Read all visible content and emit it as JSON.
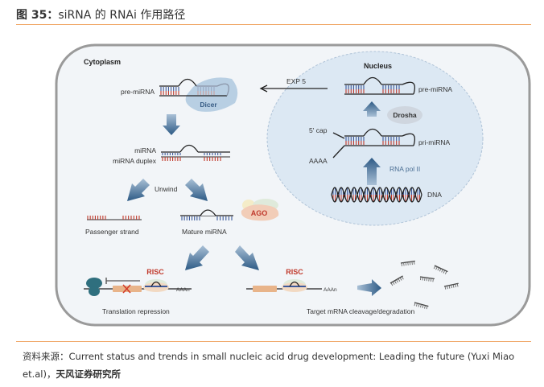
{
  "figure": {
    "title_prefix": "图 35：",
    "title_text": "siRNA 的 RNAi 作用路径"
  },
  "diagram": {
    "compartments": {
      "cytoplasm": "Cytoplasm",
      "nucleus": "Nucleus"
    },
    "nucleus_labels": {
      "pre_mirna": "pre-miRNA",
      "drosha": "Drosha",
      "five_cap": "5' cap",
      "aaaa": "AAAA",
      "pri_mirna": "pri-miRNA",
      "rna_pol": "RNA pol II",
      "dna": "DNA"
    },
    "export_label": "EXP 5",
    "cytoplasm_labels": {
      "pre_mirna": "pre-miRNA",
      "dicer": "Dicer",
      "mirna": "miRNA",
      "mirna_duplex": "miRNA duplex",
      "unwind": "Unwind",
      "passenger": "Passenger strand",
      "mature": "Mature miRNA",
      "ago": "AGO",
      "risc_left": "RISC",
      "risc_right": "RISC",
      "aaan_left": "AAAn",
      "aaan_right": "AAAn",
      "translation_repression": "Translation repression",
      "cleavage": "Target mRNA cleavage/degradation"
    },
    "colors": {
      "blue_strand": "#3d5a9c",
      "red_strand": "#c0392b",
      "arrow": "#3a6189",
      "nucleus_fill": "#dce8f3",
      "cell_fill": "#f2f5f8",
      "cell_border": "#9a9a9a",
      "dicer_fill": "#b8cfe3",
      "ago_fill": "#f2cdb8",
      "ago_text": "#c0392b",
      "risc_text": "#c0392b",
      "orf_fill": "#e8b48a"
    }
  },
  "source": {
    "prefix": "资料来源：",
    "text": "Current status and trends in small nucleic acid drug development: Leading the future (Yuxi Miao et.al)，",
    "org": "天风证券研究所"
  }
}
